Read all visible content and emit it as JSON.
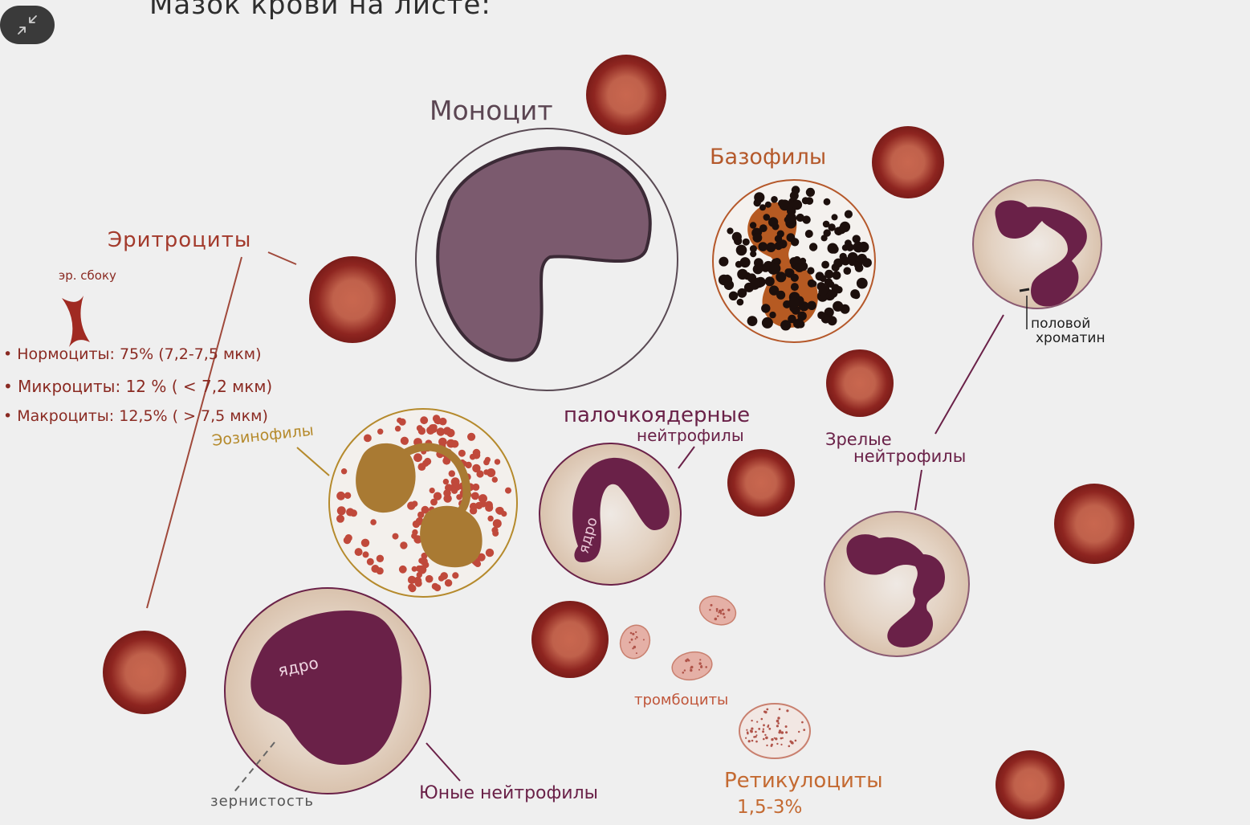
{
  "page": {
    "title": "Мазок крови на листе:"
  },
  "toolbar": {
    "collapse_icon": "collapse-arrows-icon"
  },
  "labels": {
    "erythrocytes": "Эритроциты",
    "er_side": "эр. сбоку",
    "monocyte": "Моноцит",
    "basophils": "Базофилы",
    "eosinophils": "Эозинофилы",
    "band_neutrophils_1": "палочкоядерные",
    "band_neutrophils_2": "нейтрофилы",
    "mature_neutrophils_1": "Зрелые",
    "mature_neutrophils_2": "нейтрофилы",
    "sex_chromatin_1": "половой",
    "sex_chromatin_2": "хроматин",
    "platelets": "тромбоциты",
    "reticulocytes": "Ретикулоциты",
    "reticulocytes_pct": "1,5-3%",
    "young_neutrophils": "Юные нейтрофилы",
    "granularity": "зернистость",
    "nucleus_band": "ядро",
    "nucleus_young": "ядро"
  },
  "stats": [
    "• Нормоциты: 75% (7,2-7,5 мкм)",
    "• Микроциты: 12 % ( < 7,2 мкм)",
    "• Макроциты: 12,5% ( > 7,5 мкм)"
  ],
  "colors": {
    "background": "#efefef",
    "erythrocyte": "#8e2520",
    "erythrocyte_center": "#c9674f",
    "monocyte_nucleus": "#7b5a6e",
    "basophil": "#b65a22",
    "eosinophil": "#a97a33",
    "neutrophil_nucleus": "#6a2148",
    "label_red": "#a33a2c",
    "label_orange": "#b4582a",
    "label_gold": "#b58a2c",
    "label_purple": "#6a2148"
  }
}
